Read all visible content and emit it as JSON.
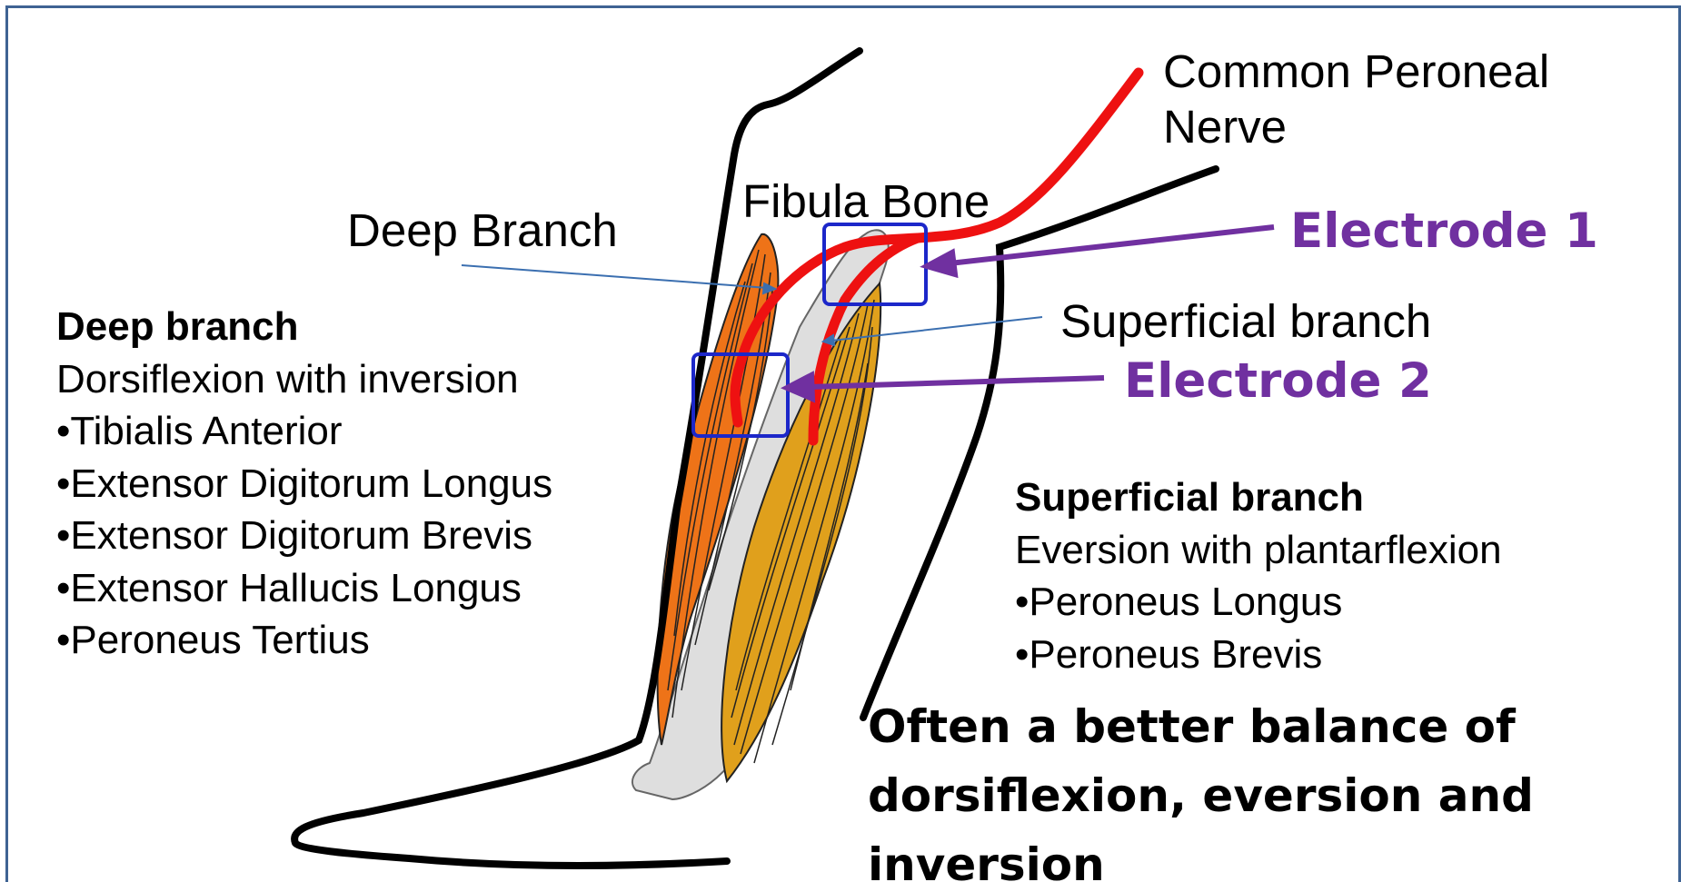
{
  "labels": {
    "common_peroneal_line1": "Common Peroneal",
    "common_peroneal_line2": "Nerve",
    "fibula_bone": "Fibula Bone",
    "deep_branch": "Deep Branch",
    "superficial_branch": "Superficial branch",
    "electrode_1": "Electrode 1",
    "electrode_2": "Electrode 2"
  },
  "deep_block": {
    "heading": "Deep branch",
    "subtitle": "Dorsiflexion with inversion",
    "items": [
      "•Tibialis Anterior",
      "•Extensor Digitorum Longus",
      "•Extensor Digitorum Brevis",
      "•Extensor Hallucis Longus",
      "•Peroneus Tertius"
    ]
  },
  "superficial_block": {
    "heading": "Superficial branch",
    "subtitle": "Eversion with plantarflexion",
    "items": [
      "•Peroneus Longus",
      "•Peroneus Brevis"
    ]
  },
  "conclusion": {
    "lines": [
      "Often a better balance of",
      "dorsiflexion, eversion and",
      "inversion"
    ]
  },
  "colors": {
    "frame": "#3f6393",
    "nerve": "#ee1111",
    "electrode_box": "#1c27c9",
    "electrode_text": "#7030a0",
    "pointer_line": "#3b6fb0",
    "deep_muscle": "#ee7318",
    "superficial_muscle": "#e0a01c",
    "bone": "#dedede"
  }
}
